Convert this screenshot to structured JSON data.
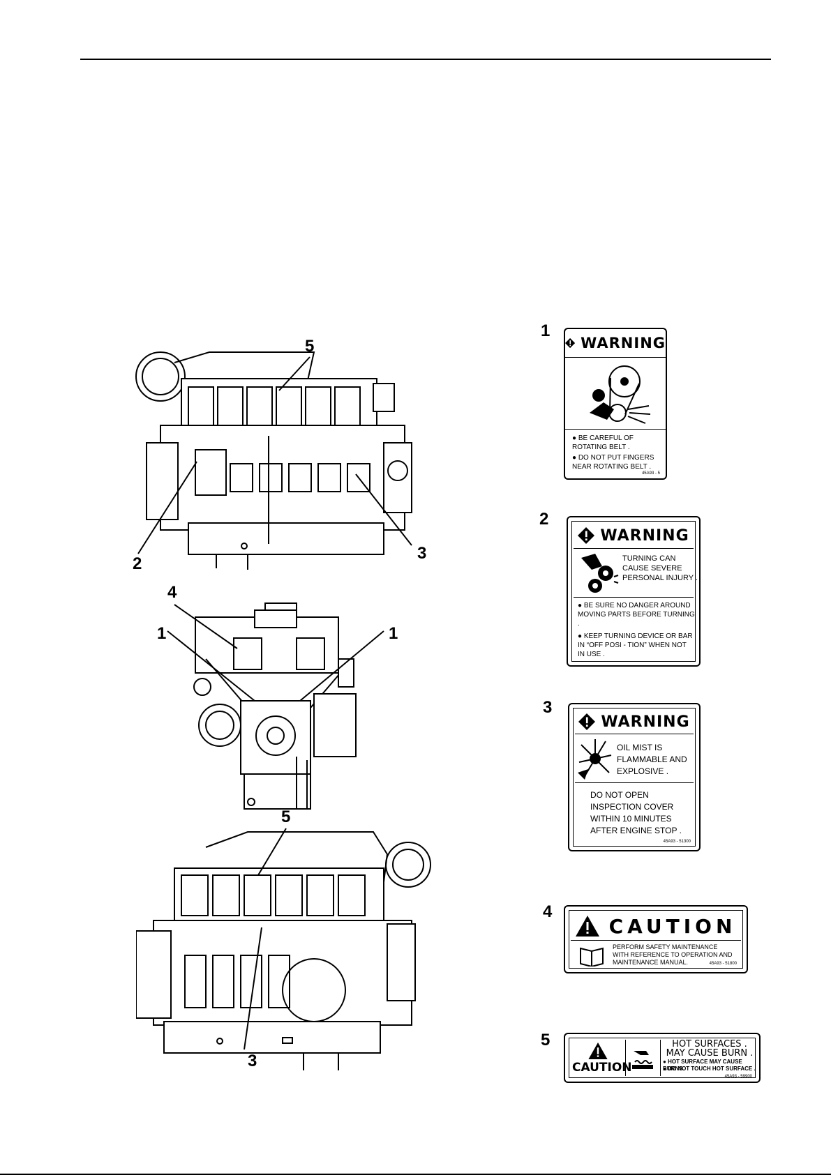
{
  "callouts": {
    "top_5": "5",
    "top_2": "2",
    "top_3": "3",
    "front_4": "4",
    "front_1_left": "1",
    "front_1_right": "1",
    "bottom_5": "5",
    "bottom_3": "3",
    "label_1": "1",
    "label_2": "2",
    "label_3": "3",
    "label_4": "4",
    "label_5": "5"
  },
  "label1": {
    "signal": "WARNING",
    "bullets": [
      "BE CAREFUL OF ROTATING BELT .",
      "DO NOT PUT FINGERS NEAR ROTATING BELT ."
    ],
    "code": "45A93 - 5"
  },
  "label2": {
    "signal": "WARNING",
    "message": [
      "TURNING CAN",
      "CAUSE SEVERE",
      "PERSONAL INJURY ."
    ],
    "bullets": [
      "BE SURE NO DANGER AROUND MOVING PARTS BEFORE TURNING .",
      "KEEP TURNING DEVICE OR BAR IN “OFF POSI - TION” WHEN NOT IN USE ."
    ]
  },
  "label3": {
    "signal": "WARNING",
    "message": [
      "OIL   MIST   IS",
      "FLAMMABLE  AND",
      "EXPLOSIVE ."
    ],
    "instruction": [
      "DO NOT OPEN",
      "INSPECTION COVER",
      "WITHIN  10  MINUTES",
      "AFTER ENGINE STOP ."
    ],
    "code": "45A93 - 51300"
  },
  "label4": {
    "signal": "CAUTION",
    "message": [
      "PERFORM SAFETY MAINTENANCE",
      "WITH REFERENCE TO  OPERATION AND",
      "MAINTENANCE MANUAL."
    ],
    "code": "45A93 - 51800"
  },
  "label5": {
    "signal": "CAUTION",
    "heading": [
      "HOT  SURFACES .",
      "MAY  CAUSE   BURN ."
    ],
    "bullets": [
      "HOT  SURFACE MAY CAUSE  BURNS.",
      "DO NOT TOUCH HOT SURFACE ."
    ],
    "code": "45A93 - 59900"
  }
}
